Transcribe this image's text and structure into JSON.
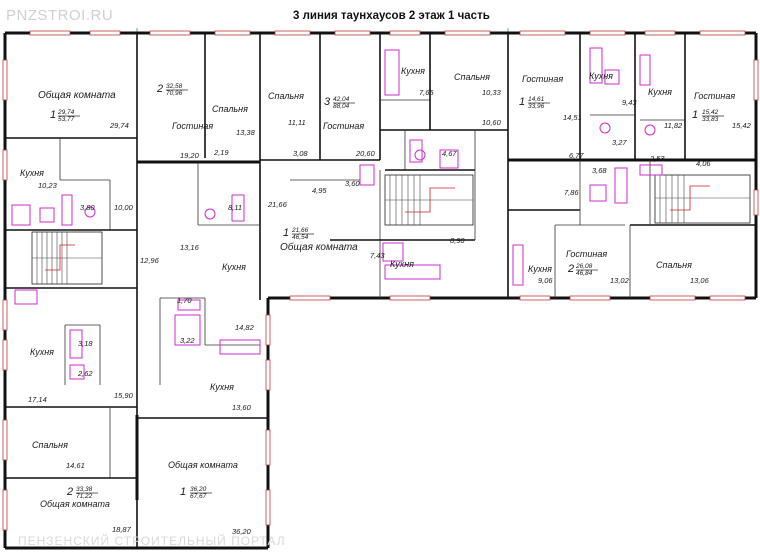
{
  "header": {
    "brand": "PNZSTROI.RU",
    "title": "3 линия таунхаусов 2 этаж 1 часть",
    "footer_watermark": "ПЕНЗЕНСКИЙ СТРОИТЕЛЬНЫЙ ПОРТАЛ"
  },
  "colors": {
    "walls": "#111111",
    "windows": "#c23b3b",
    "fixtures": "#d12ad1",
    "axis": "#3aa04a",
    "stair_arrows": "#cc2222"
  },
  "apartments": [
    {
      "no": "1",
      "living": "29,74",
      "total": "53,77"
    },
    {
      "no": "2",
      "living": "32,58",
      "total": "70,96"
    },
    {
      "no": "3",
      "living": "42,04",
      "total": "88,04"
    },
    {
      "no": "1",
      "living": "14,61",
      "total": "33,96"
    },
    {
      "no": "1",
      "living": "15,42",
      "total": "33,83"
    },
    {
      "no": "1",
      "living": "21,66",
      "total": "46,54"
    },
    {
      "no": "2",
      "living": "26,08",
      "total": "46,84"
    },
    {
      "no": "2",
      "living": "33,38",
      "total": "71,22"
    },
    {
      "no": "1",
      "living": "36,20",
      "total": "67,67"
    }
  ],
  "rooms": {
    "r1": "Общая комната",
    "r2": "Гостиная",
    "r3": "Спальня",
    "r4": "Спальня",
    "r5": "Гостиная",
    "r6": "Кухня",
    "r7": "Спальня",
    "r8": "Гостиная",
    "r9": "Кухня",
    "r10": "Кухня",
    "r11": "Гостиная",
    "r12": "Кухня",
    "r13": "Кухня",
    "r14": "Общая комната",
    "r15": "Кухня",
    "r16": "Кухня",
    "r17": "Гостиная",
    "r18": "Спальня",
    "r19": "Кухня",
    "r20": "Кухня",
    "r21": "Спальня",
    "r22": "Общая комната",
    "r23": "Общая комната"
  },
  "areas": {
    "a1": "29,74",
    "a2": "19,20",
    "a3": "2,19",
    "a4": "13,38",
    "a5": "11,11",
    "a6": "3,08",
    "a7": "20,60",
    "a8": "7,65",
    "a9": "10,33",
    "a10": "10,60",
    "a11": "14,51",
    "a12": "9,43",
    "a13": "11,82",
    "a14": "15,42",
    "a15": "10,23",
    "a16": "3,80",
    "a17": "10,00",
    "a18": "8,11",
    "a19": "21,66",
    "a20": "4,95",
    "a21": "3,60",
    "a22": "4,67",
    "a23": "6,77",
    "a24": "3,27",
    "a25": "2,53",
    "a26": "4,06",
    "a27": "3,68",
    "a28": "7,86",
    "a29": "13,16",
    "a30": "12,96",
    "a31": "7,43",
    "a32": "8,90",
    "a33": "9,06",
    "a34": "13,02",
    "a35": "13,06",
    "a36": "1,70",
    "a37": "3,22",
    "a38": "14,82",
    "a39": "3,18",
    "a40": "2,62",
    "a41": "13,60",
    "a42": "17,14",
    "a43": "15,90",
    "a44": "14,61",
    "a45": "18,87",
    "a46": "36,20"
  }
}
